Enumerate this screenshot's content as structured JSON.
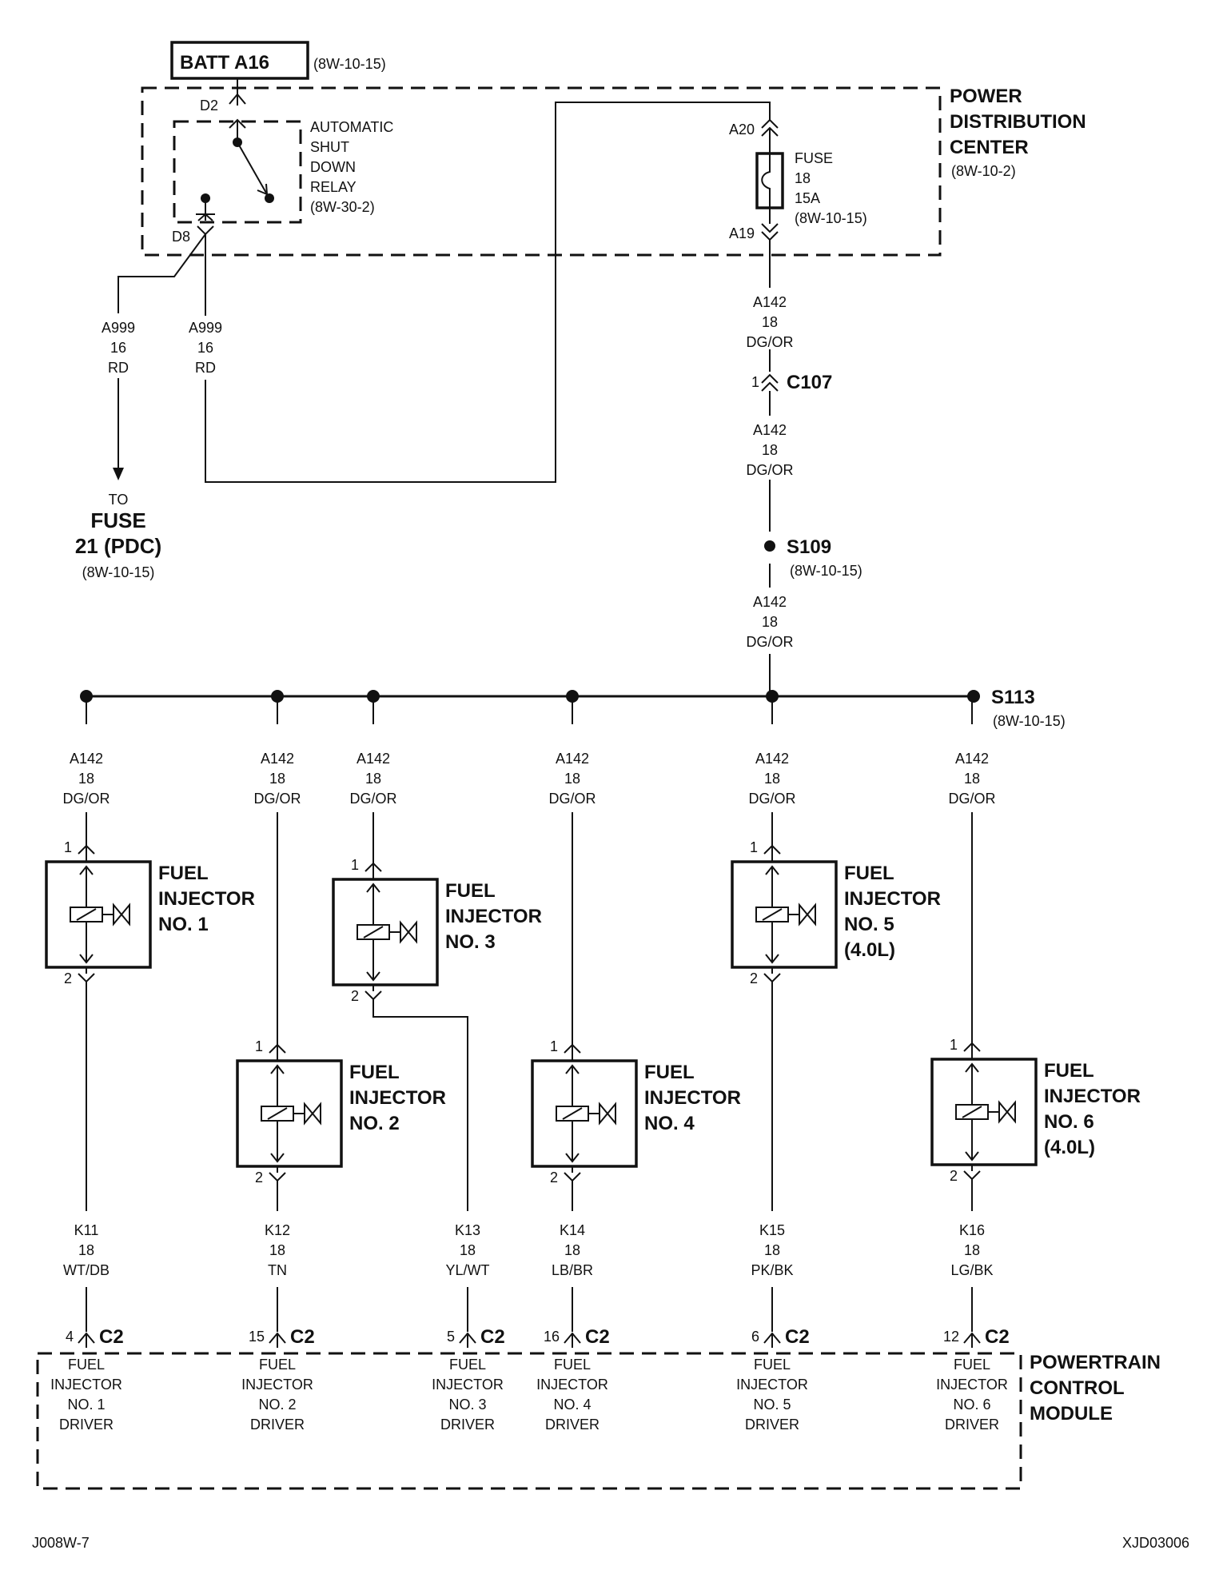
{
  "batt": {
    "label": "BATT A16",
    "ref": "(8W-10-15)"
  },
  "pdc": {
    "title": [
      "POWER",
      "DISTRIBUTION",
      "CENTER"
    ],
    "ref": "(8W-10-2)"
  },
  "asd_relay": {
    "pin_top": "D2",
    "pin_bottom": "D8",
    "label": [
      "AUTOMATIC",
      "SHUT",
      "DOWN",
      "RELAY",
      "(8W-30-2)"
    ]
  },
  "fuse18": {
    "pin_top": "A20",
    "pin_bottom": "A19",
    "label": [
      "FUSE",
      "18",
      "15A",
      "(8W-10-15)"
    ]
  },
  "wire_a999_left": [
    "A999",
    "16",
    "RD"
  ],
  "wire_a999_right": [
    "A999",
    "16",
    "RD"
  ],
  "to_fuse21": {
    "to": "TO",
    "line1": "FUSE",
    "line2": "21 (PDC)",
    "ref": "(8W-10-15)"
  },
  "wire_a142": [
    "A142",
    "18",
    "DG/OR"
  ],
  "c107": {
    "pin": "1",
    "name": "C107"
  },
  "s109": {
    "name": "S109",
    "ref": "(8W-10-15)"
  },
  "s113": {
    "name": "S113",
    "ref": "(8W-10-15)"
  },
  "injectors": [
    {
      "title": [
        "FUEL",
        "INJECTOR",
        "NO. 1"
      ],
      "pin_in": "1",
      "pin_out": "2",
      "out_wire": [
        "K11",
        "18",
        "WT/DB"
      ],
      "pcm_pin": "4",
      "pcm_label": [
        "FUEL",
        "INJECTOR",
        "NO. 1",
        "DRIVER"
      ]
    },
    {
      "title": [
        "FUEL",
        "INJECTOR",
        "NO. 2"
      ],
      "pin_in": "1",
      "pin_out": "2",
      "out_wire": [
        "K12",
        "18",
        "TN"
      ],
      "pcm_pin": "15",
      "pcm_label": [
        "FUEL",
        "INJECTOR",
        "NO. 2",
        "DRIVER"
      ]
    },
    {
      "title": [
        "FUEL",
        "INJECTOR",
        "NO. 3"
      ],
      "pin_in": "1",
      "pin_out": "2",
      "out_wire": [
        "K13",
        "18",
        "YL/WT"
      ],
      "pcm_pin": "5",
      "pcm_label": [
        "FUEL",
        "INJECTOR",
        "NO. 3",
        "DRIVER"
      ]
    },
    {
      "title": [
        "FUEL",
        "INJECTOR",
        "NO. 4"
      ],
      "pin_in": "1",
      "pin_out": "2",
      "out_wire": [
        "K14",
        "18",
        "LB/BR"
      ],
      "pcm_pin": "16",
      "pcm_label": [
        "FUEL",
        "INJECTOR",
        "NO. 4",
        "DRIVER"
      ]
    },
    {
      "title": [
        "FUEL",
        "INJECTOR",
        "NO. 5",
        "(4.0L)"
      ],
      "pin_in": "1",
      "pin_out": "2",
      "out_wire": [
        "K15",
        "18",
        "PK/BK"
      ],
      "pcm_pin": "6",
      "pcm_label": [
        "FUEL",
        "INJECTOR",
        "NO. 5",
        "DRIVER"
      ]
    },
    {
      "title": [
        "FUEL",
        "INJECTOR",
        "NO. 6",
        "(4.0L)"
      ],
      "pin_in": "1",
      "pin_out": "2",
      "out_wire": [
        "K16",
        "18",
        "LG/BK"
      ],
      "pcm_pin": "12",
      "pcm_label": [
        "FUEL",
        "INJECTOR",
        "NO. 6",
        "DRIVER"
      ]
    }
  ],
  "connector_c2": "C2",
  "pcm": {
    "title": [
      "POWERTRAIN",
      "CONTROL",
      "MODULE"
    ]
  },
  "footer": {
    "left": "J008W-7",
    "right": "XJD03006"
  }
}
